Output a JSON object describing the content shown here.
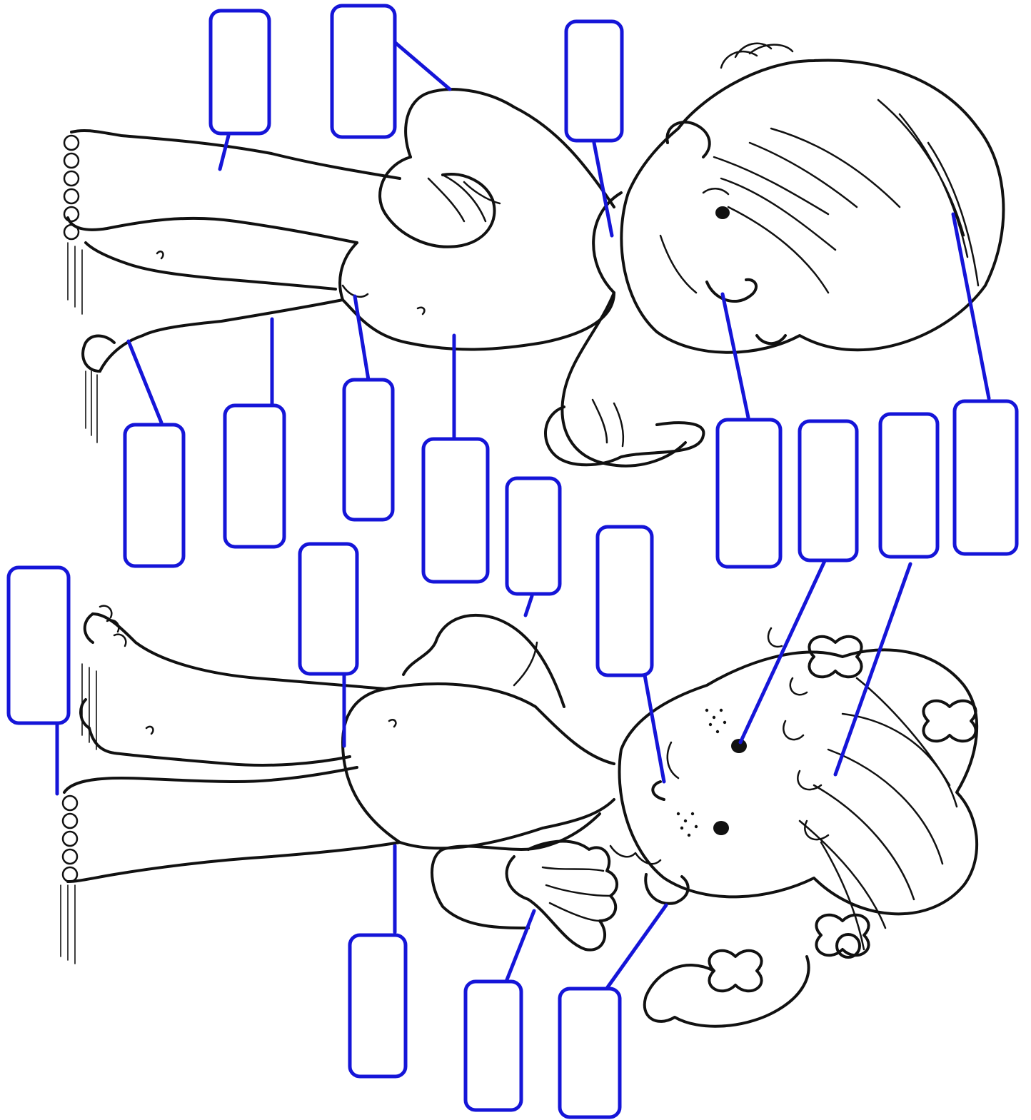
{
  "worksheet": {
    "subject": "body-parts-labeling",
    "orientation": "rotated-90-clockwise",
    "figures": [
      "boy",
      "girl"
    ],
    "label_boxes": [
      {
        "id": "boy-knee",
        "text": ""
      },
      {
        "id": "boy-arm",
        "text": ""
      },
      {
        "id": "boy-neck",
        "text": ""
      },
      {
        "id": "boy-foot",
        "text": ""
      },
      {
        "id": "boy-leg",
        "text": ""
      },
      {
        "id": "boy-belly-button",
        "text": ""
      },
      {
        "id": "boy-chest",
        "text": ""
      },
      {
        "id": "boy-mouth",
        "text": ""
      },
      {
        "id": "girl-eye",
        "text": ""
      },
      {
        "id": "girl-hair",
        "text": ""
      },
      {
        "id": "boy-head",
        "text": ""
      },
      {
        "id": "girl-elbow",
        "text": ""
      },
      {
        "id": "girl-nose",
        "text": ""
      },
      {
        "id": "girl-toes",
        "text": ""
      },
      {
        "id": "girl-hip",
        "text": ""
      },
      {
        "id": "girl-tummy",
        "text": ""
      },
      {
        "id": "girl-hand",
        "text": ""
      },
      {
        "id": "girl-ear",
        "text": ""
      }
    ]
  },
  "colors": {
    "label_stroke": "#1515d8",
    "line_art": "#111111",
    "background": "#ffffff"
  }
}
